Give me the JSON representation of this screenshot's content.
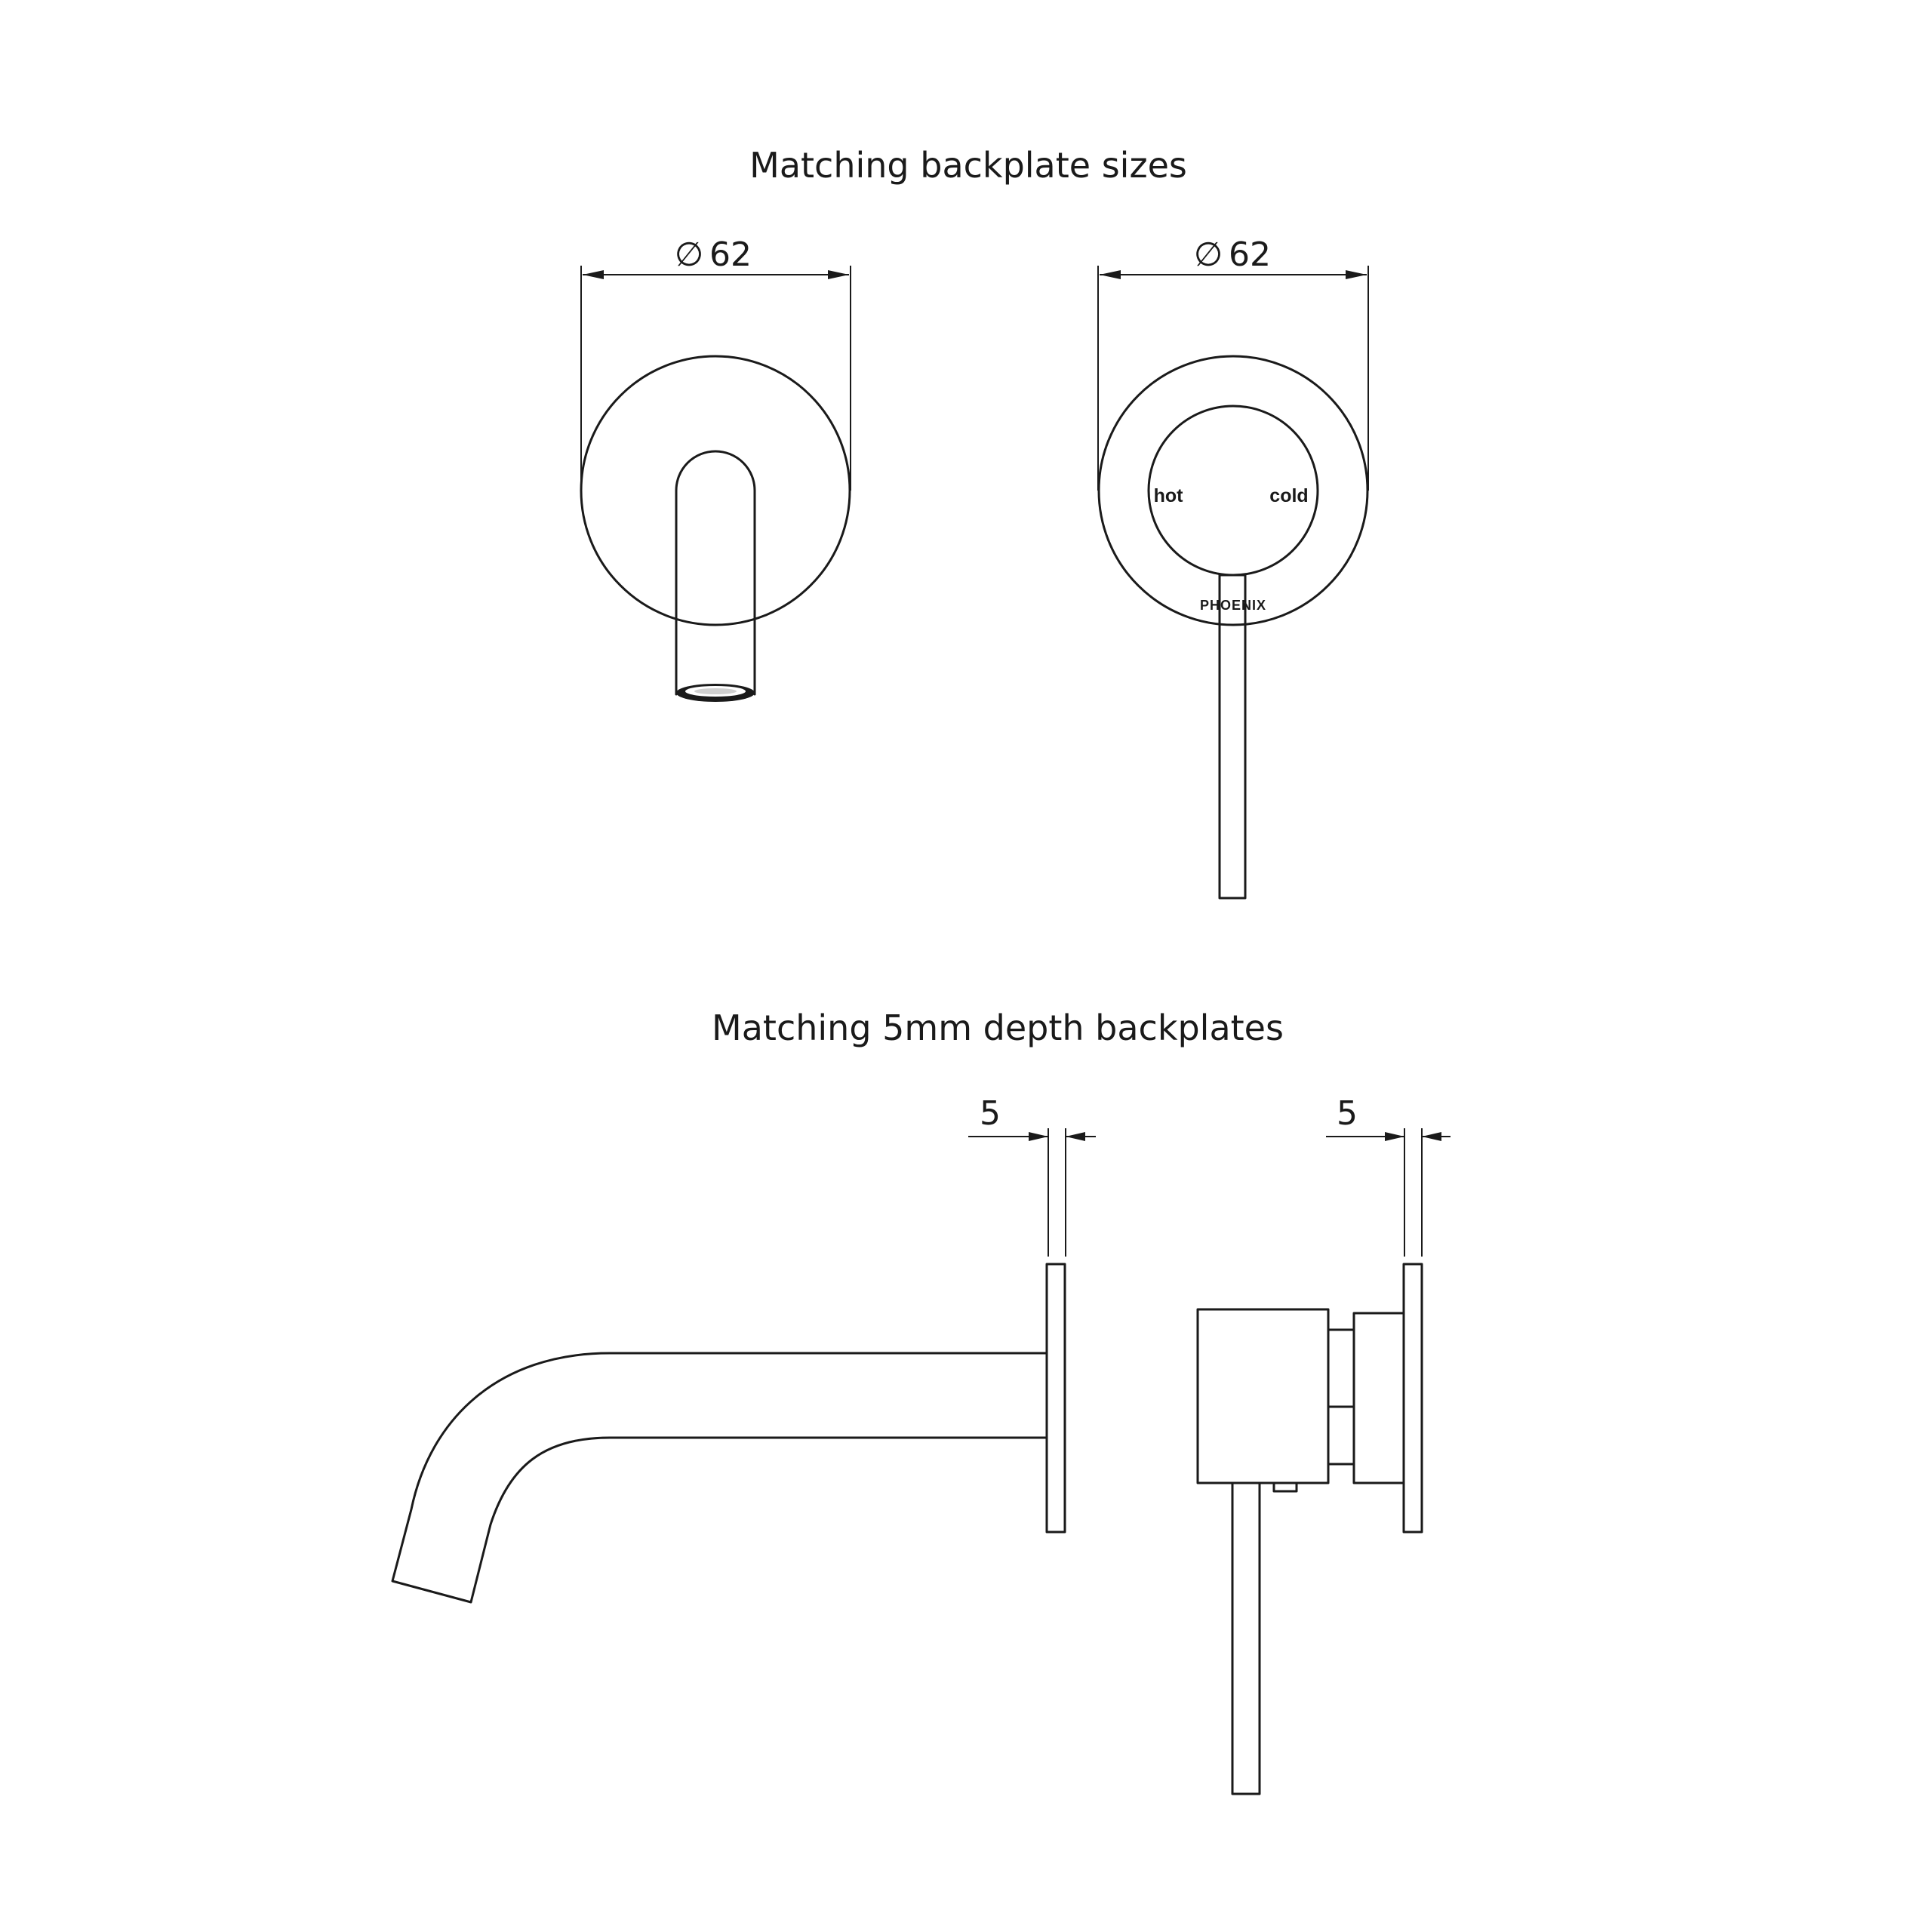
{
  "headings": {
    "backplate_sizes": "Matching backplate sizes",
    "backplate_depth": "Matching 5mm depth backplates"
  },
  "dimensions": {
    "spout_diameter": "62",
    "mixer_diameter": "62",
    "spout_depth": "5",
    "mixer_depth": "5"
  },
  "symbols": {
    "diameter": "∅"
  },
  "mixer_labels": {
    "hot": "hot",
    "cold": "cold",
    "brand": "PHOENIX"
  },
  "colors": {
    "line": "#1a1a1a",
    "background": "#ffffff"
  }
}
